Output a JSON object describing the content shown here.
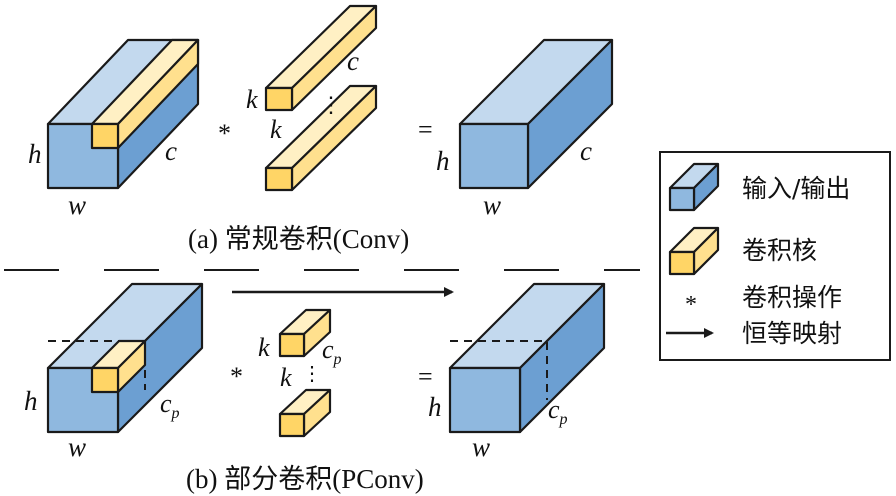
{
  "colors": {
    "blue_front": "#8fb8df",
    "blue_top": "#c3d9ee",
    "blue_side": "#6c9fd2",
    "yellow_front": "#ffd566",
    "yellow_top": "#fff0c4",
    "yellow_side": "#ffe08e",
    "line": "#1a1a1a"
  },
  "section_a": {
    "caption": "(a) 常规卷积(Conv)",
    "input": {
      "h": "h",
      "w": "w",
      "c": "c"
    },
    "kernel": {
      "k1": "k",
      "k2": "k",
      "c": "c",
      "dots": "⋮"
    },
    "op_symbol": "*",
    "eq_symbol": "=",
    "output": {
      "h": "h",
      "w": "w",
      "c": "c"
    }
  },
  "section_b": {
    "caption": "(b) 部分卷积(PConv)",
    "input": {
      "h": "h",
      "w": "w",
      "cp": "c",
      "cp_sub": "p"
    },
    "kernel": {
      "k1": "k",
      "k2": "k",
      "cp": "c",
      "cp_sub": "p",
      "dots": "⋮"
    },
    "op_symbol": "*",
    "eq_symbol": "=",
    "output": {
      "h": "h",
      "w": "w",
      "cp": "c",
      "cp_sub": "p"
    }
  },
  "legend": {
    "io": "输入/输出",
    "kernel": "卷积核",
    "conv_symbol": "*",
    "conv_op": "卷积操作",
    "identity": "恒等映射"
  }
}
